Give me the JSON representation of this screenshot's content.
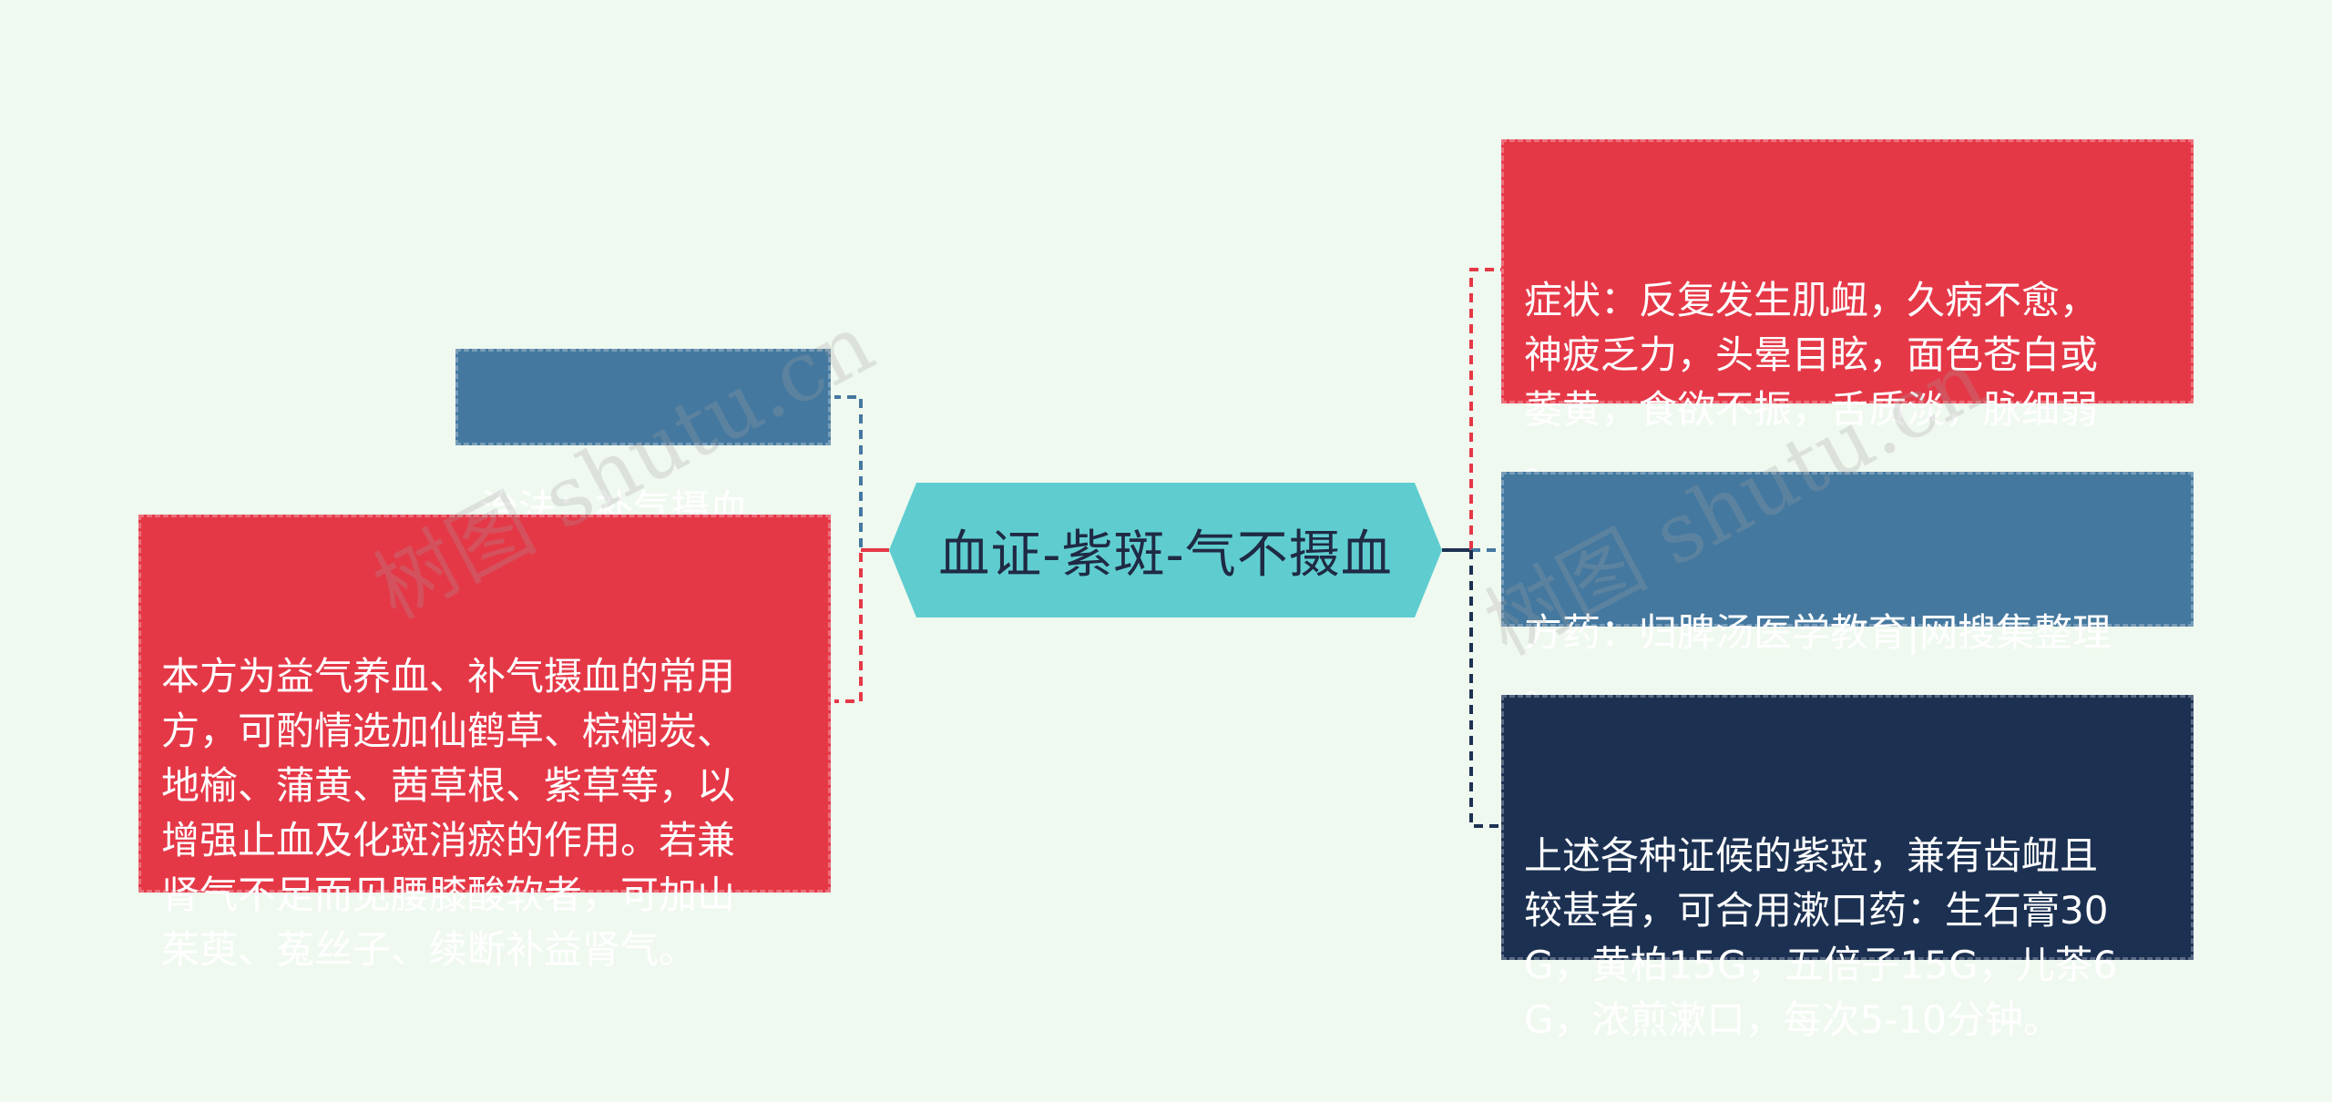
{
  "watermark": "树图 shutu.cn",
  "center": {
    "label": "血证-紫斑-气不摄血",
    "color": "#5fcdd0"
  },
  "left_nodes": [
    {
      "id": "treatment",
      "text": "治法：补气摄血。",
      "color": "#44789f"
    },
    {
      "id": "note",
      "text": "本方为益气养血、补气摄血的常用\n方，可酌情选加仙鹤草、棕榈炭、\n地榆、蒲黄、茜草根、紫草等，以\n增强止血及化斑消瘀的作用。若兼\n肾气不足而见腰膝酸软者，可加山\n茱萸、菟丝子、续断补益肾气。",
      "color": "#e53847"
    }
  ],
  "right_nodes": [
    {
      "id": "symptoms",
      "text": "症状：反复发生肌衄，久病不愈，\n神疲乏力，头晕目眩，面色苍白或\n萎黄，食欲不振，舌质淡，脉细弱\n。",
      "color": "#e53847"
    },
    {
      "id": "prescription",
      "text": "方药：归脾汤医学教育|网搜集整理\n。",
      "color": "#44789f"
    },
    {
      "id": "mouthwash",
      "text": "上述各种证候的紫斑，兼有齿衄且\n较甚者，可合用漱口药：生石膏30\nG，黄柏15G，五倍子15G，儿茶6\nG，浓煎漱口，每次5-10分钟。",
      "color": "#1c3152"
    }
  ]
}
